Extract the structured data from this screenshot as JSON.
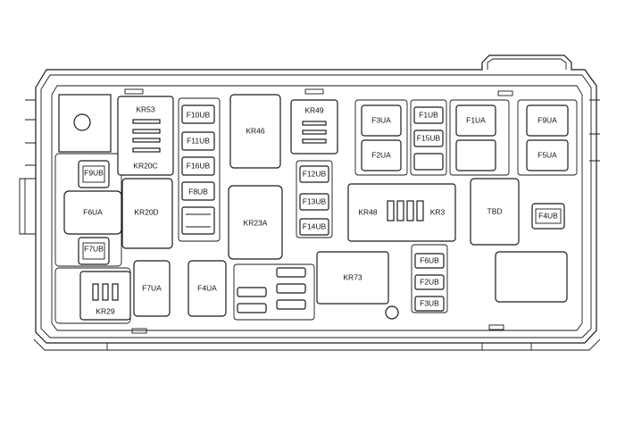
{
  "fuse_box": {
    "relays": {
      "kr53": "KR53",
      "kr20c": "KR20C",
      "kr20d": "KR20D",
      "kr46": "KR46",
      "kr49": "KR49",
      "kr23a": "KR23A",
      "kr48": "KR48",
      "kr3": "KR3",
      "kr73": "KR73",
      "kr29": "KR29",
      "tbd": "TBD"
    },
    "fuses": {
      "f10ub": "F10UB",
      "f11ub": "F11UB",
      "f16ub": "F16UB",
      "f8ub": "F8UB",
      "f12ub": "F12UB",
      "f13ub": "F13UB",
      "f14ub": "F14UB",
      "f3ua": "F3UA",
      "f2ua": "F2UA",
      "f1ub": "F1UB",
      "f15ub": "F15UB",
      "f1ua": "F1UA",
      "f9ua": "F9UA",
      "f5ua": "F5UA",
      "f9ub": "F9UB",
      "f6ua": "F6UA",
      "f7ub": "F7UB",
      "f7ua": "F7UA",
      "f4ua": "F4UA",
      "f4ub": "F4UB",
      "f6ub": "F6UB",
      "f2ub": "F2UB",
      "f3ub": "F3UB"
    }
  }
}
